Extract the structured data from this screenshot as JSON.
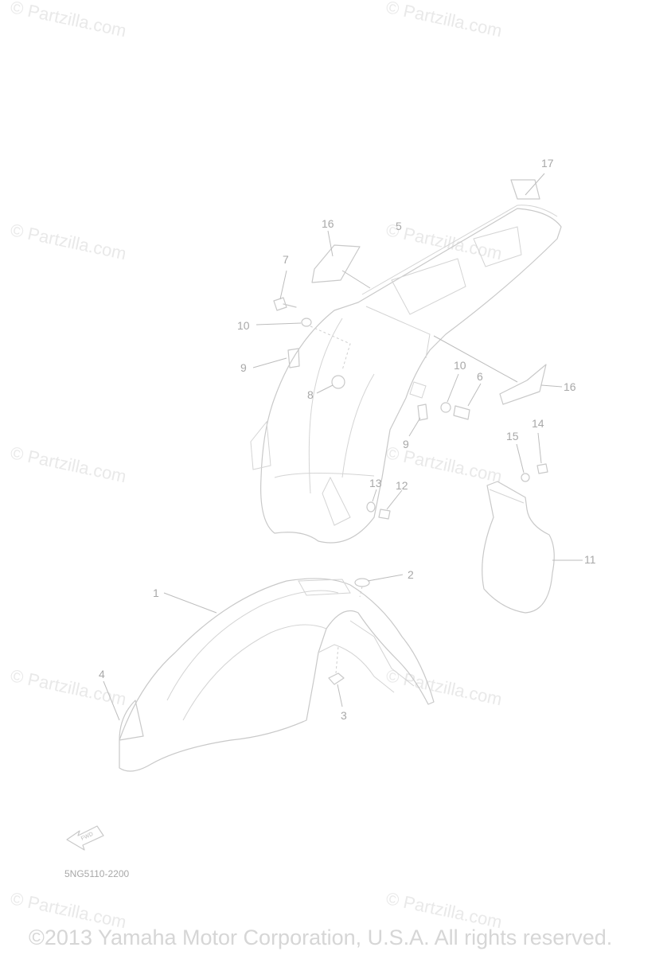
{
  "watermark": "© Partzilla.com",
  "diagram_code": "5NG5110-2200",
  "copyright": "©2013 Yamaha Motor Corporation, U.S.A. All rights reserved.",
  "fwd_label": "FWD",
  "callouts": {
    "c1": "1",
    "c2": "2",
    "c3": "3",
    "c4": "4",
    "c5": "5",
    "c6": "6",
    "c7": "7",
    "c8": "8",
    "c9a": "9",
    "c9b": "9",
    "c10a": "10",
    "c10b": "10",
    "c11": "11",
    "c12": "12",
    "c13": "13",
    "c14": "14",
    "c15": "15",
    "c16a": "16",
    "c16b": "16",
    "c17": "17"
  },
  "colors": {
    "line": "#c9c9c9",
    "text": "#a8a8a8",
    "watermark": "#e9e9e9"
  }
}
